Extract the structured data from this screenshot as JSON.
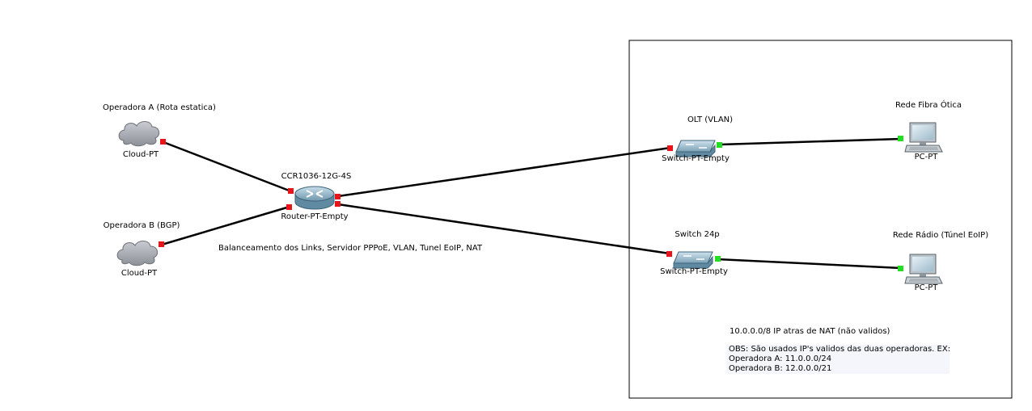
{
  "devices": {
    "cloud_a": {
      "label": "Operadora A (Rota estatica)",
      "type": "Cloud-PT"
    },
    "cloud_b": {
      "label": "Operadora B (BGP)",
      "type": "Cloud-PT"
    },
    "router": {
      "label": "CCR1036-12G-4S",
      "type": "Router-PT-Empty"
    },
    "switch_olt": {
      "label": "OLT (VLAN)",
      "type": "Switch-PT-Empty"
    },
    "switch_24p": {
      "label": "Switch 24p",
      "type": "Switch-PT-Empty"
    },
    "pc_fibra": {
      "label": "Rede Fibra Ótica",
      "type": "PC-PT"
    },
    "pc_radio": {
      "label": "Rede Rádio (Túnel EoIP)",
      "type": "PC-PT"
    }
  },
  "notes": {
    "router_services": "Balanceamento dos Links, Servidor PPPoE, VLAN, Tunel EoIP, NAT",
    "nat_note": "10.0.0.0/8 IP atras de NAT (não validos)",
    "obs_lines": [
      "OBS: São usados IP's validos das duas operadoras. EX:",
      "Operadora A: 11.0.0.0/24",
      "Operadora B: 12.0.0.0/21"
    ]
  },
  "colors": {
    "link": "#000000",
    "port_down": "#e8141a",
    "port_up": "#22dd22",
    "area_border": "#000000"
  },
  "icons": {
    "cloud": "cloud-icon",
    "router": "router-icon",
    "switch": "switch-icon",
    "pc": "pc-icon"
  }
}
